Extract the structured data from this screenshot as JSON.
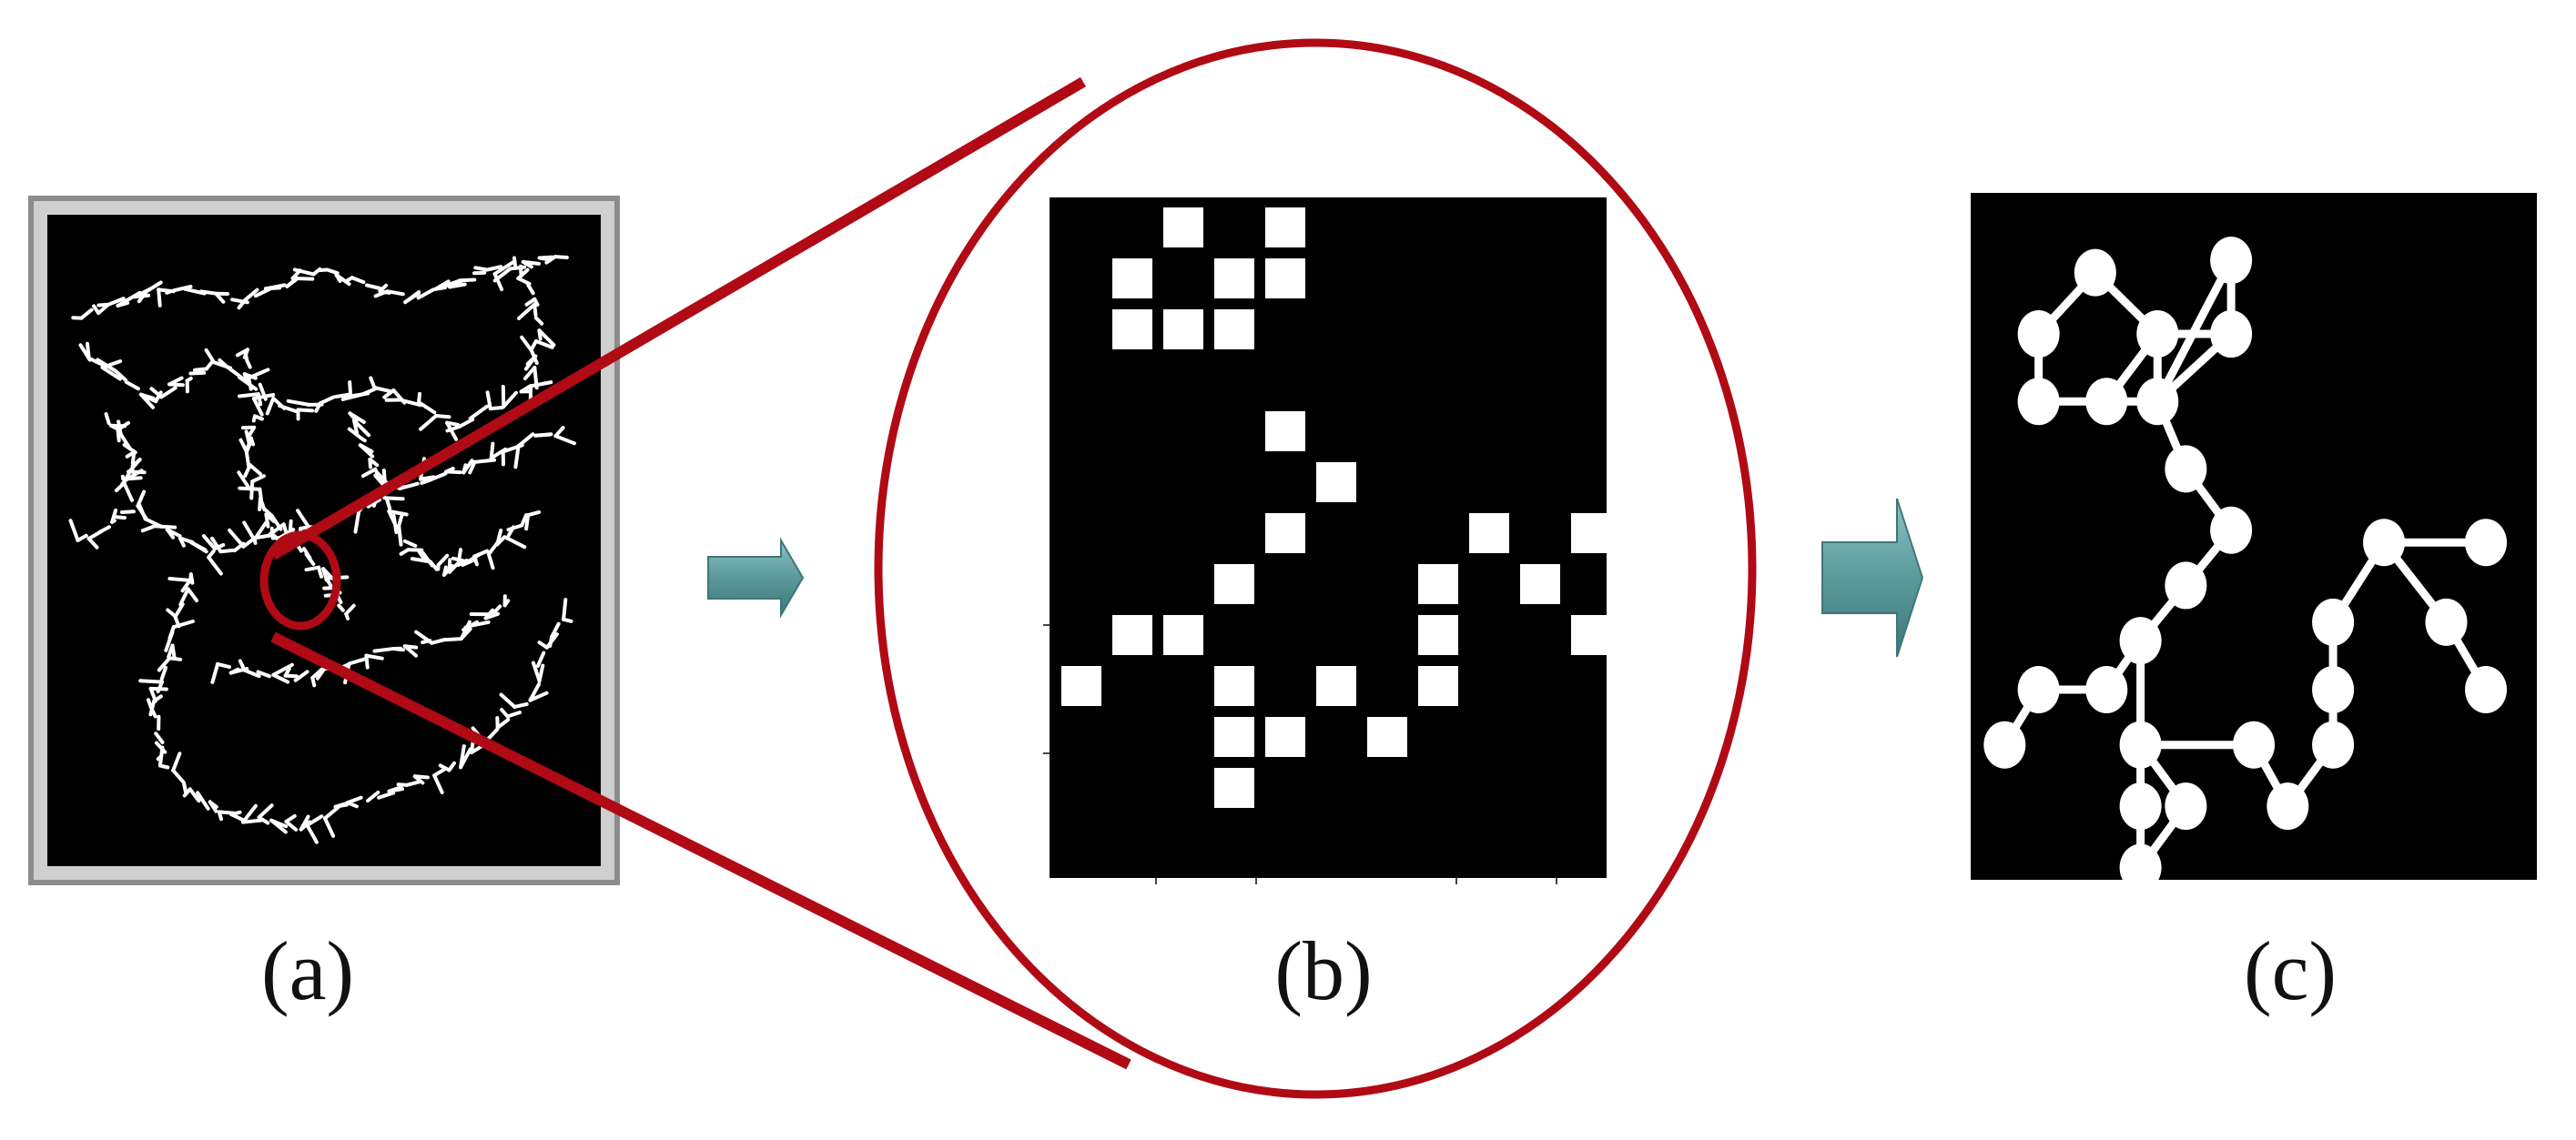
{
  "captions": {
    "a": "(a)",
    "b": "(b)",
    "c": "(c)"
  },
  "colors": {
    "background": "#ffffff",
    "panel_black": "#000000",
    "pixel_white": "#ffffff",
    "zoom_red": "#b00a14",
    "arrow_teal": "#5a9a9c",
    "frame_gray": "#8c8c8c"
  },
  "panel_b_grid": {
    "cols": 10,
    "rows": 13,
    "white_cells": [
      [
        2,
        0
      ],
      [
        4,
        0
      ],
      [
        1,
        1
      ],
      [
        3,
        1
      ],
      [
        4,
        1
      ],
      [
        1,
        2
      ],
      [
        2,
        2
      ],
      [
        3,
        2
      ],
      [
        4,
        4
      ],
      [
        5,
        5
      ],
      [
        4,
        6
      ],
      [
        8,
        6
      ],
      [
        10,
        6
      ],
      [
        3,
        7
      ],
      [
        7,
        7
      ],
      [
        9,
        7
      ],
      [
        1,
        8
      ],
      [
        2,
        8
      ],
      [
        7,
        8
      ],
      [
        10,
        8
      ],
      [
        0,
        9
      ],
      [
        3,
        9
      ],
      [
        5,
        9
      ],
      [
        7,
        9
      ],
      [
        3,
        10
      ],
      [
        4,
        10
      ],
      [
        6,
        10
      ],
      [
        3,
        11
      ]
    ]
  },
  "panel_c_graph": {
    "nodes": [
      [
        0.22,
        0.13
      ],
      [
        0.46,
        0.11
      ],
      [
        0.12,
        0.23
      ],
      [
        0.33,
        0.23
      ],
      [
        0.46,
        0.23
      ],
      [
        0.12,
        0.34
      ],
      [
        0.24,
        0.34
      ],
      [
        0.33,
        0.34
      ],
      [
        0.38,
        0.45
      ],
      [
        0.46,
        0.55
      ],
      [
        0.38,
        0.64
      ],
      [
        0.73,
        0.57
      ],
      [
        0.91,
        0.57
      ],
      [
        0.3,
        0.73
      ],
      [
        0.64,
        0.7
      ],
      [
        0.84,
        0.7
      ],
      [
        0.12,
        0.81
      ],
      [
        0.24,
        0.81
      ],
      [
        0.64,
        0.81
      ],
      [
        0.91,
        0.81
      ],
      [
        0.06,
        0.9
      ],
      [
        0.3,
        0.9
      ],
      [
        0.5,
        0.9
      ],
      [
        0.64,
        0.9
      ],
      [
        0.3,
        1.0
      ],
      [
        0.38,
        1.0
      ],
      [
        0.56,
        1.0
      ],
      [
        0.3,
        1.1
      ]
    ],
    "edges": [
      [
        0,
        2
      ],
      [
        0,
        3
      ],
      [
        2,
        5
      ],
      [
        5,
        6
      ],
      [
        6,
        3
      ],
      [
        3,
        4
      ],
      [
        1,
        4
      ],
      [
        1,
        7
      ],
      [
        4,
        7
      ],
      [
        3,
        7
      ],
      [
        6,
        7
      ],
      [
        7,
        8
      ],
      [
        8,
        9
      ],
      [
        9,
        10
      ],
      [
        10,
        13
      ],
      [
        13,
        17
      ],
      [
        17,
        16
      ],
      [
        16,
        20
      ],
      [
        13,
        21
      ],
      [
        21,
        25
      ],
      [
        21,
        24
      ],
      [
        24,
        27
      ],
      [
        25,
        27
      ],
      [
        22,
        21
      ],
      [
        22,
        26
      ],
      [
        26,
        23
      ],
      [
        23,
        18
      ],
      [
        18,
        14
      ],
      [
        14,
        11
      ],
      [
        11,
        12
      ],
      [
        11,
        15
      ],
      [
        15,
        19
      ]
    ]
  }
}
